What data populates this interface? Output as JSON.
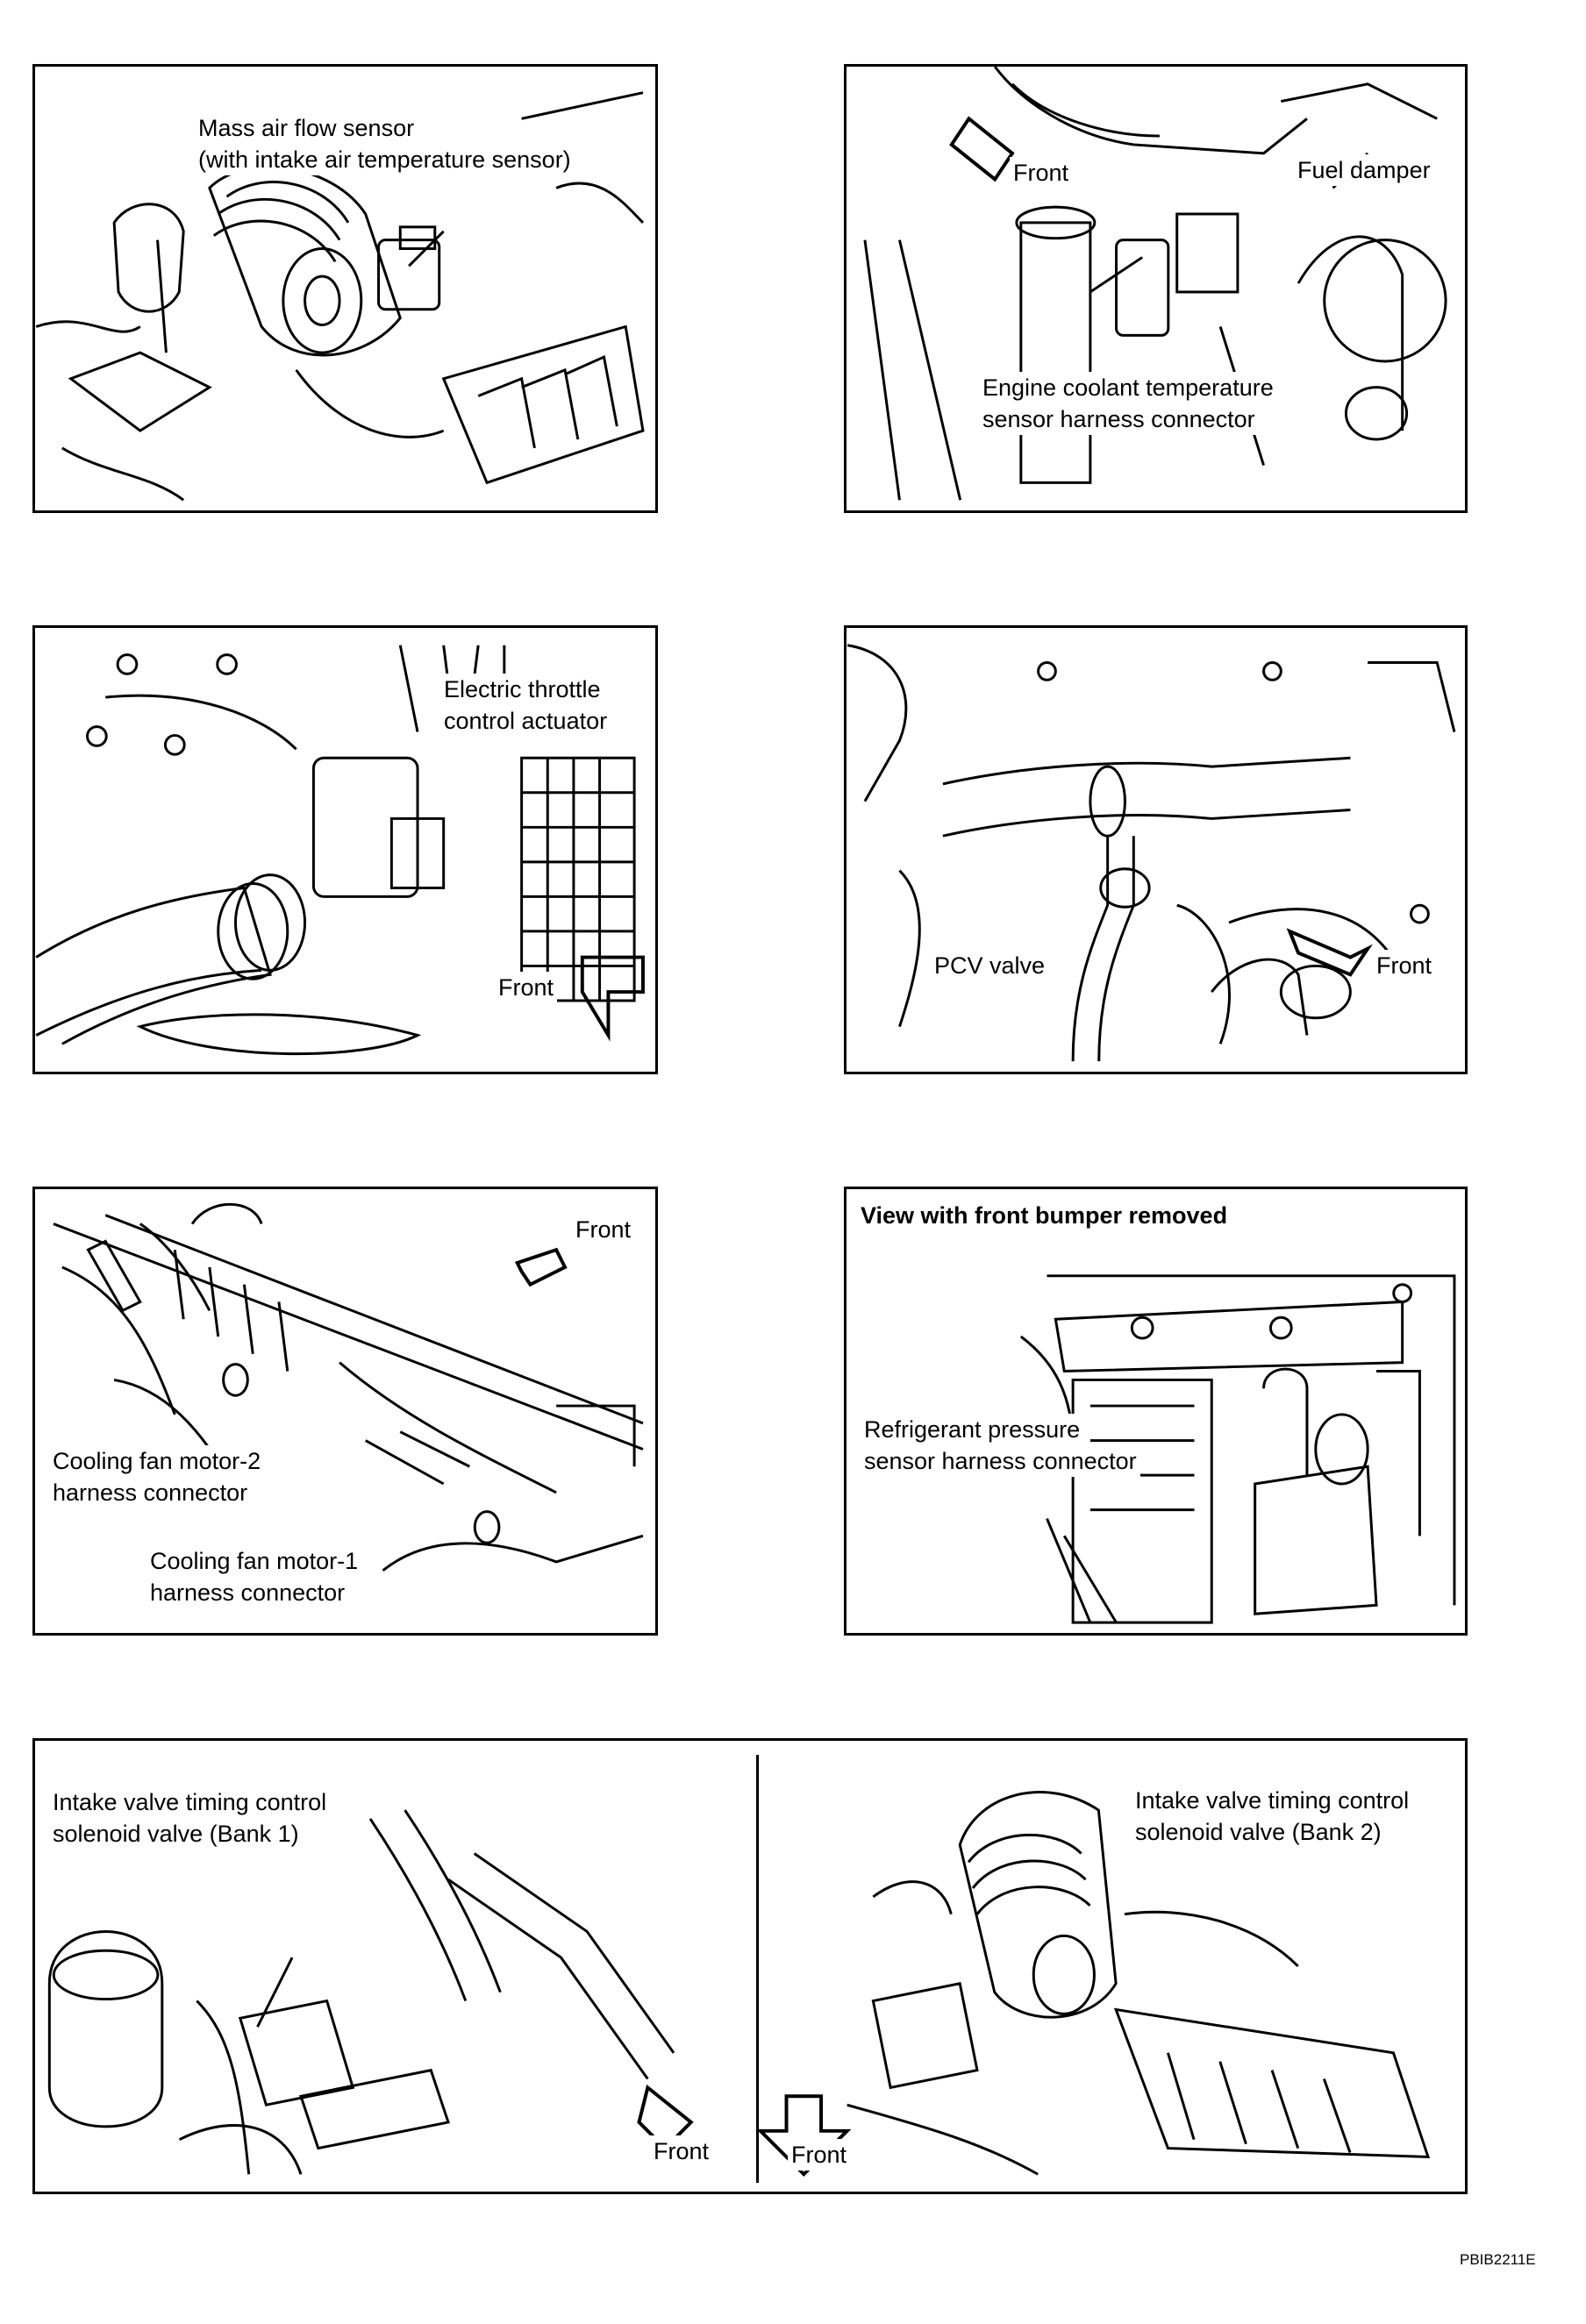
{
  "panels": {
    "maf": {
      "line1": "Mass air flow sensor",
      "line2": "(with intake air temperature sensor)"
    },
    "ect": {
      "front": "Front",
      "fuel_damper": "Fuel damper",
      "line1": "Engine coolant temperature",
      "line2": "sensor harness connector"
    },
    "throttle": {
      "line1": "Electric throttle",
      "line2": "control actuator",
      "front": "Front"
    },
    "pcv": {
      "valve": "PCV valve",
      "front": "Front"
    },
    "fan": {
      "front": "Front",
      "m2_line1": "Cooling fan motor-2",
      "m2_line2": "harness connector",
      "m1_line1": "Cooling fan motor-1",
      "m1_line2": "harness connector"
    },
    "refrig": {
      "title": "View with front bumper removed",
      "line1": "Refrigerant pressure",
      "line2": "sensor harness connector"
    },
    "ivt": {
      "b1_line1": "Intake valve timing control",
      "b1_line2": "solenoid valve (Bank 1)",
      "b1_front": "Front",
      "b2_line1": "Intake valve timing control",
      "b2_line2": "solenoid valve (Bank 2)",
      "b2_front": "Front"
    }
  },
  "figure_code": "PBIB2211E"
}
